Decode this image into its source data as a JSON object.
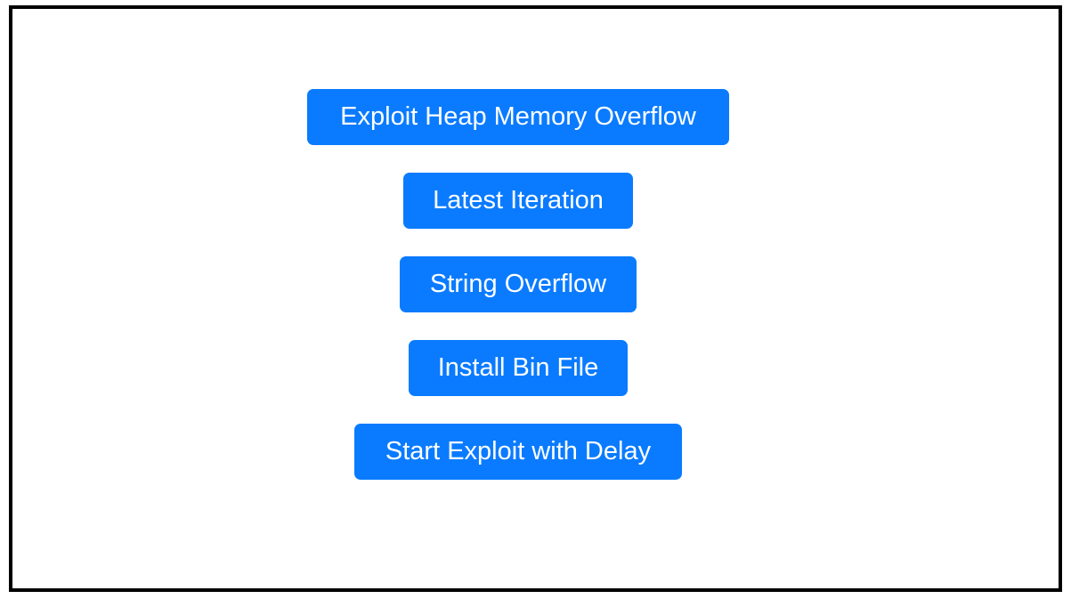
{
  "buttons": {
    "heap_overflow": "Exploit Heap Memory Overflow",
    "latest_iteration": "Latest Iteration",
    "string_overflow": "String Overflow",
    "install_bin": "Install Bin File",
    "start_delay": "Start Exploit with Delay"
  },
  "colors": {
    "button_bg": "#0a7bff",
    "button_text": "#ffffff",
    "frame_border": "#000000",
    "background": "#ffffff"
  }
}
